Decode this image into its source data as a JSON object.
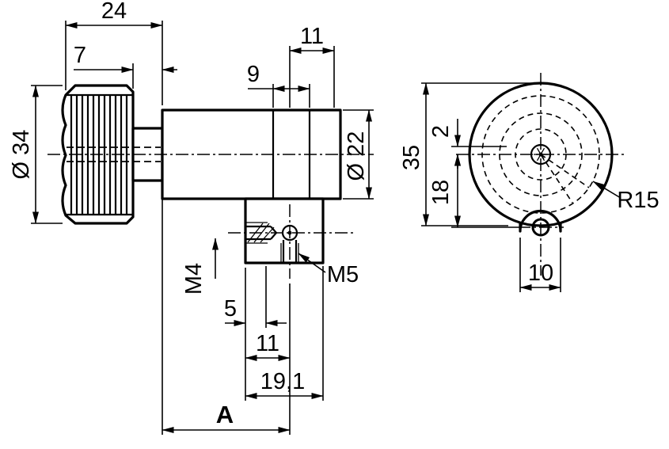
{
  "colors": {
    "ink": "#000000",
    "paper": "#ffffff"
  },
  "side_view": {
    "width_24": "24",
    "width_7": "7",
    "dia_34": "Ø 34",
    "dim_9": "9",
    "dim_11_top": "11",
    "dia_22": "Ø 22",
    "thread_m4": "M4",
    "thread_m5": "M5",
    "dim_5": "5",
    "dim_11_bottom": "11",
    "dim_19_1": "19,1",
    "dim_a": "A"
  },
  "front_view": {
    "dia_35": "35",
    "dim_2": "2",
    "dim_18": "18",
    "radius_r15": "R15",
    "dim_10": "10"
  }
}
